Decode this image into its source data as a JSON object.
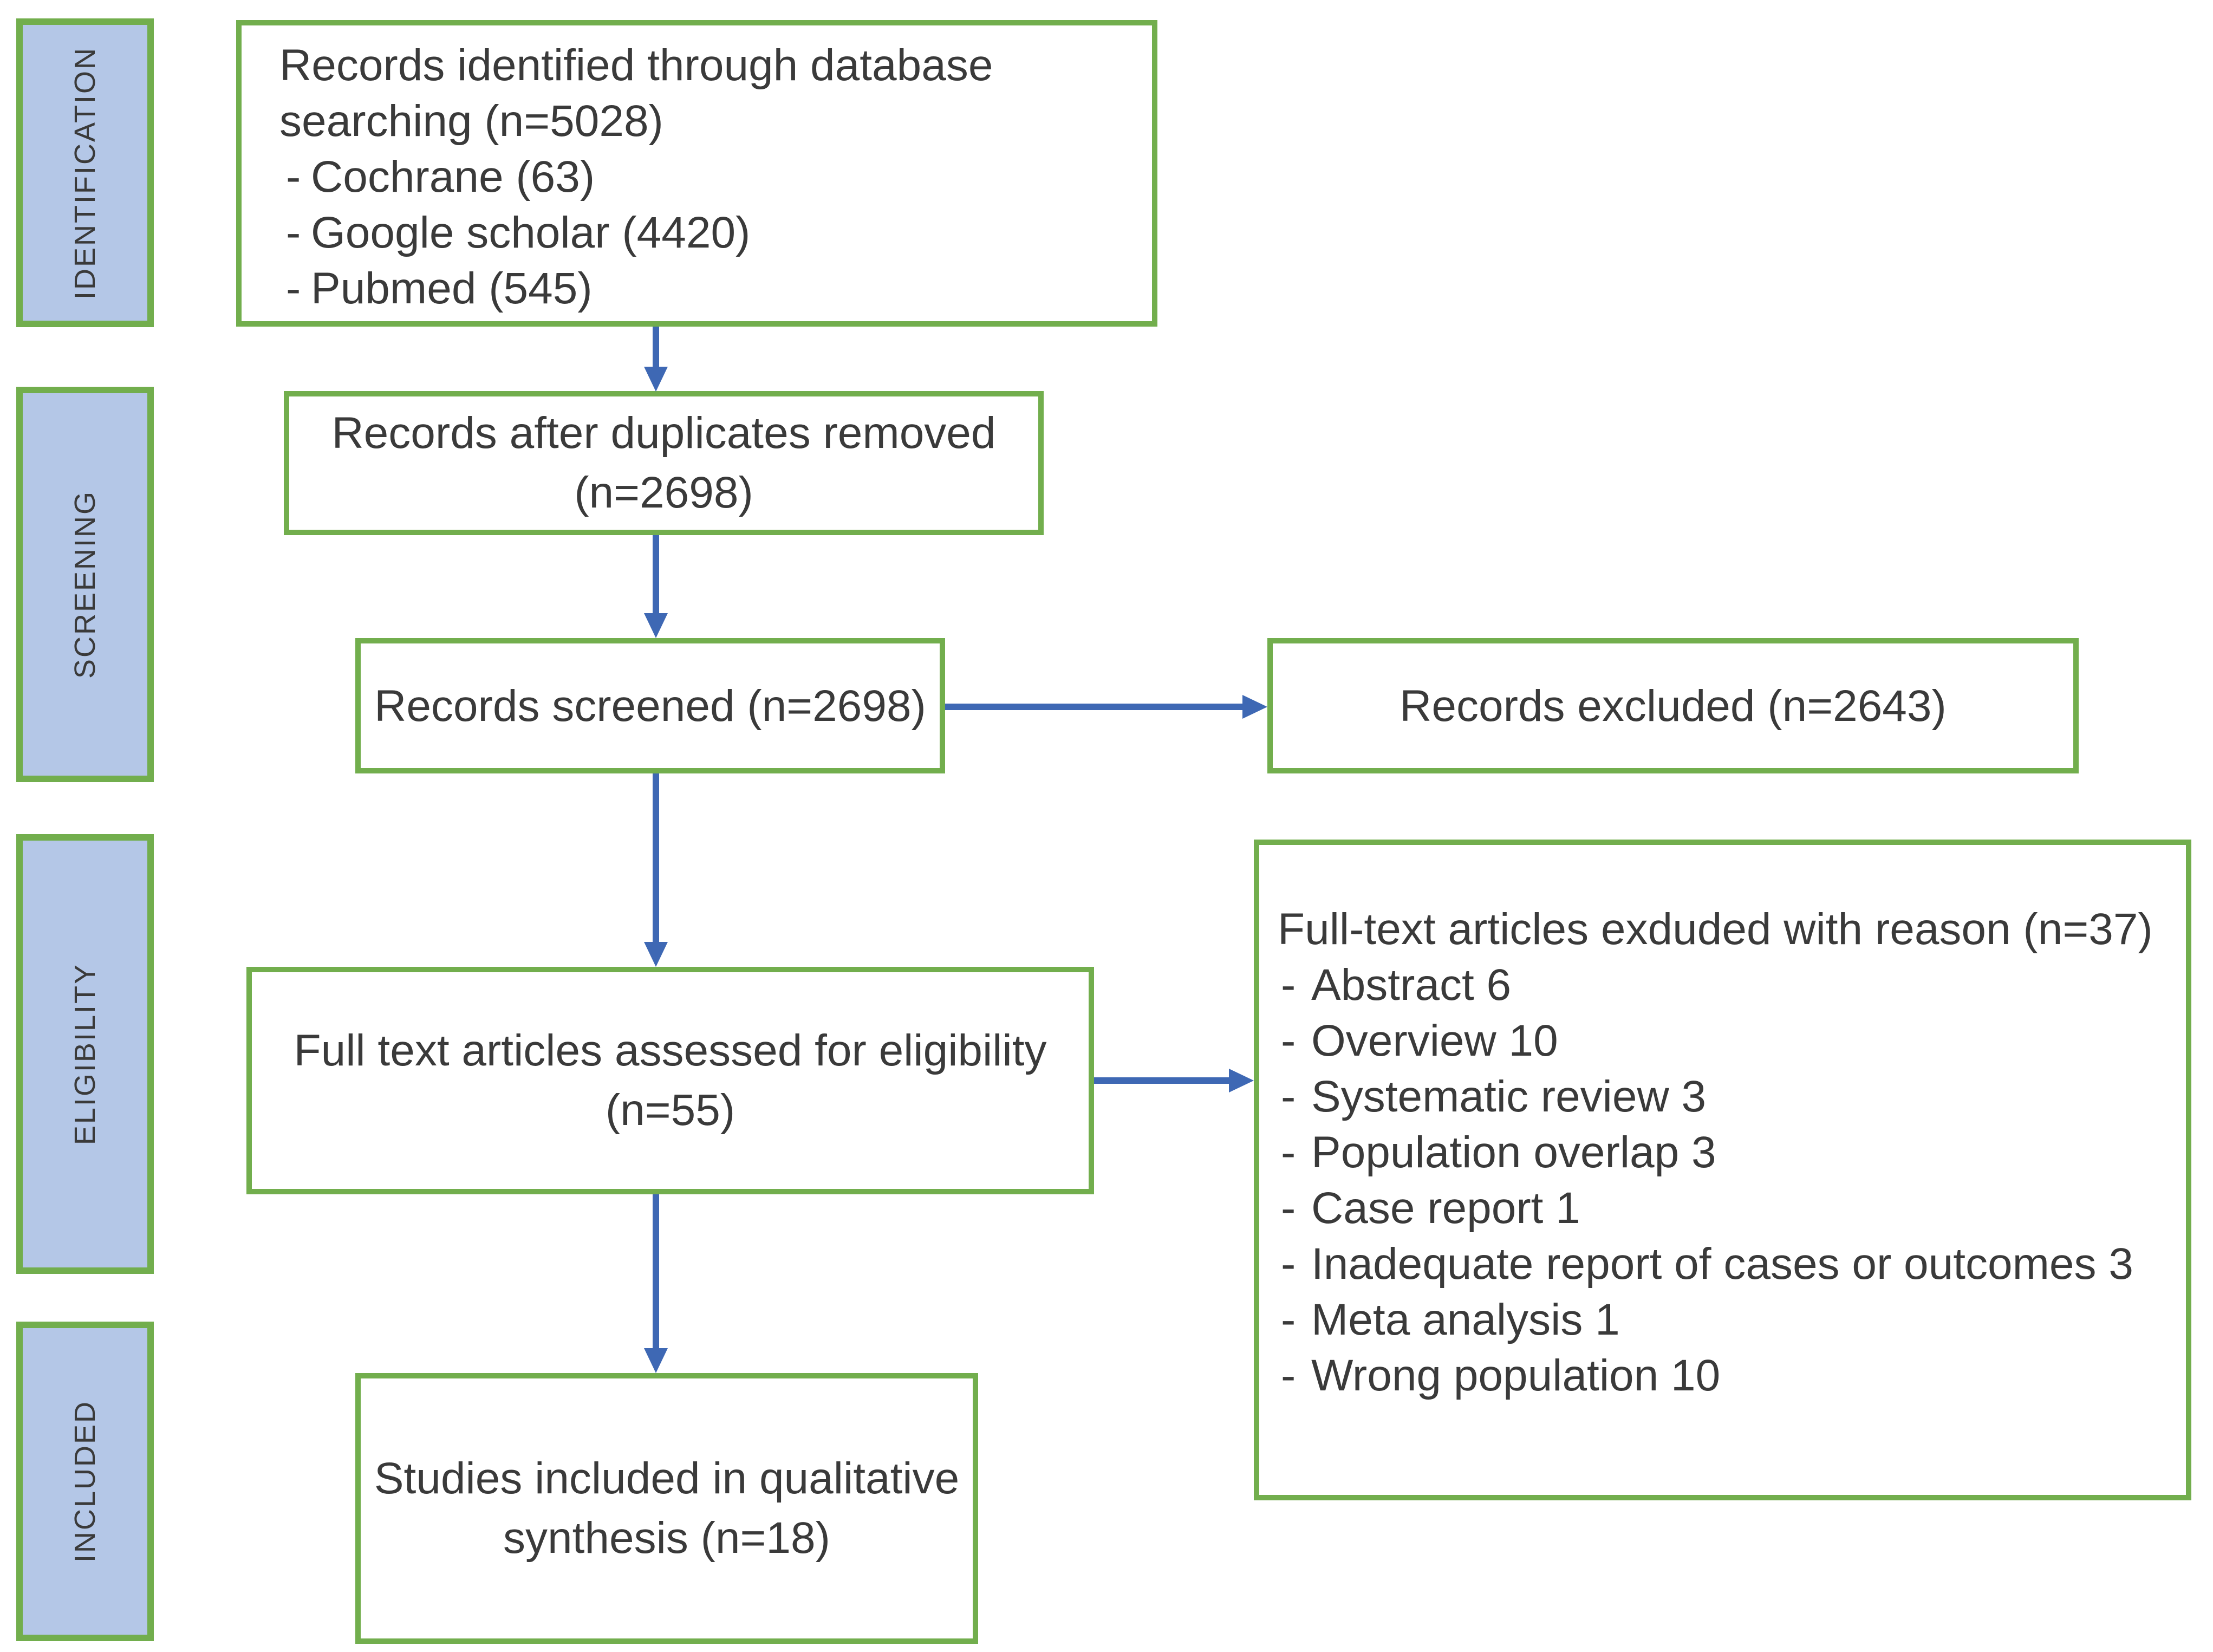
{
  "colors": {
    "border_green": "#72ae4d",
    "sidebar_fill": "#b4c7e7",
    "arrow_blue": "#3e68b4",
    "text_color": "#3a3a3a"
  },
  "list_marker": "-",
  "sidebar": {
    "stages": [
      {
        "label": "IDENTIFICATION"
      },
      {
        "label": "SCREENING"
      },
      {
        "label": "ELIGIBILITY"
      },
      {
        "label": "INCLUDED"
      }
    ]
  },
  "flow": {
    "identified_box": {
      "line1": "Records identified through database",
      "line2": "searching (n=5028)",
      "items": [
        "Cochrane (63)",
        "Google scholar (4420)",
        "Pubmed (545)"
      ]
    },
    "duplicates_box": {
      "line1": "Records after duplicates removed",
      "line2": "(n=2698)"
    },
    "screened_box": {
      "label": "Records screened (n=2698)"
    },
    "excluded_box": {
      "label": "Records excluded (n=2643)"
    },
    "eligibility_box": {
      "line1": "Full text articles assessed for eligibility",
      "line2": "(n=55)"
    },
    "fulltext_excluded_box": {
      "title": "Full-text articles exduded with reason (n=37)",
      "items": [
        "Abstract 6",
        "Overview 10",
        "Systematic review 3",
        "Population overlap 3",
        "Case report 1",
        "Inadequate report of cases or outcomes 3",
        "Meta analysis 1",
        "Wrong population 10"
      ]
    },
    "included_box": {
      "line1": "Studies included in qualitative",
      "line2": "synthesis (n=18)"
    }
  }
}
